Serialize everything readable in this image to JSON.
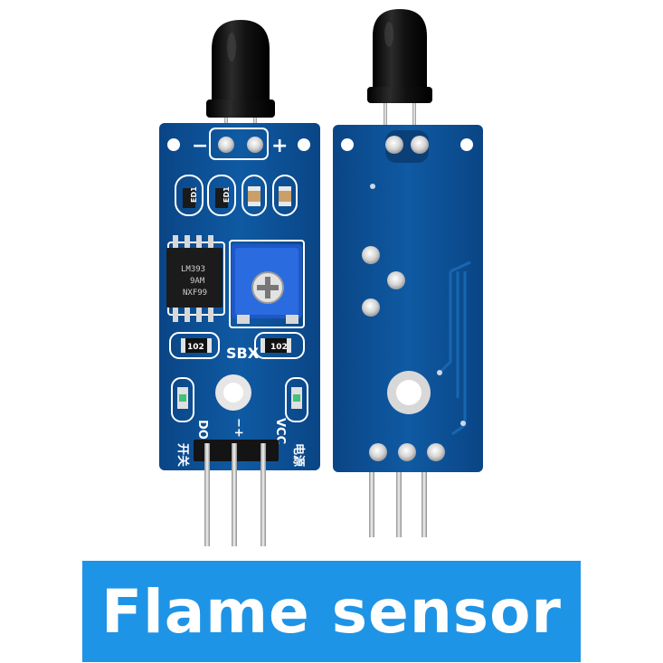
{
  "caption": {
    "text": "Flame sensor",
    "background_color": "#1e94e6",
    "text_color": "#ffffff"
  },
  "front_board": {
    "pcb_color": "#0d4f92",
    "silkscreen": {
      "minus": "−",
      "plus": "+",
      "ed1_left": "ED1",
      "ed1_right": "ED1",
      "chip_line1": "LM393",
      "chip_line2": "9AM",
      "chip_line3": "NXF99",
      "r_left": "102",
      "r_right": "102",
      "pot_mark": "SBX",
      "pin_do": "DO",
      "pin_gnd": "−+",
      "pin_vcc": "VCC",
      "label_switch": "开关",
      "label_power": "电源"
    }
  },
  "back_board": {
    "pcb_color": "#0d4f92"
  }
}
